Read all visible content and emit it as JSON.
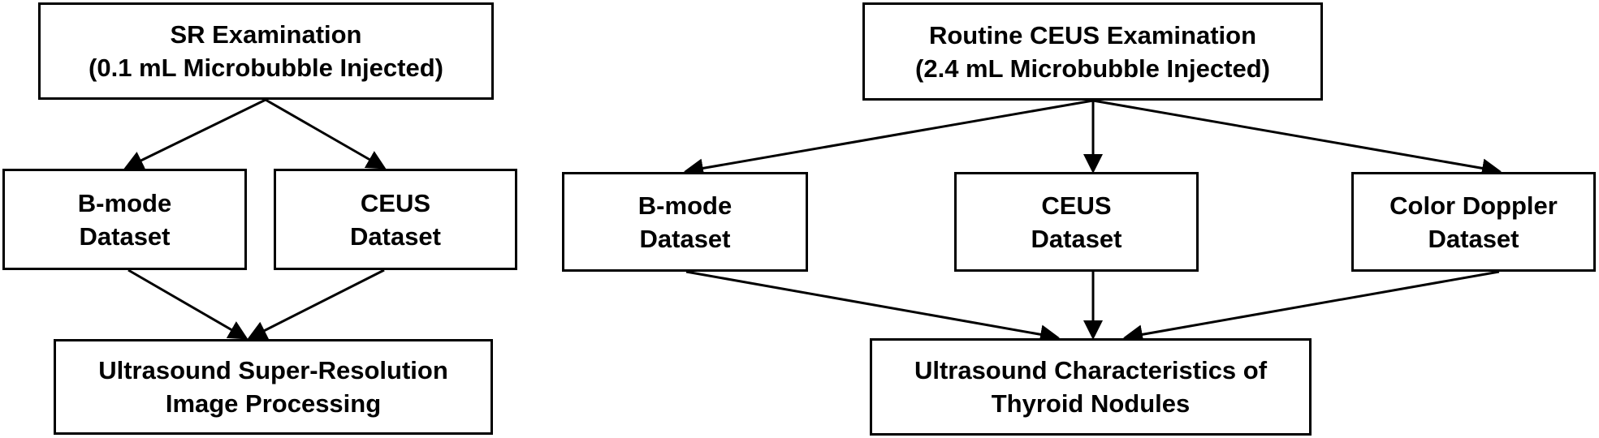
{
  "left_flow": {
    "top_box": {
      "line1": "SR Examination",
      "line2": "(0.1 mL Microbubble Injected)"
    },
    "bmode_box": {
      "line1": "B-mode",
      "line2": "Dataset"
    },
    "ceus_box": {
      "line1": "CEUS",
      "line2": "Dataset"
    },
    "bottom_box": {
      "line1": "Ultrasound Super-Resolution",
      "line2": "Image Processing"
    }
  },
  "right_flow": {
    "top_box": {
      "line1": "Routine CEUS Examination",
      "line2": "(2.4 mL Microbubble Injected)"
    },
    "bmode_box": {
      "line1": "B-mode",
      "line2": "Dataset"
    },
    "ceus_box": {
      "line1": "CEUS",
      "line2": "Dataset"
    },
    "doppler_box": {
      "line1": "Color Doppler",
      "line2": "Dataset"
    },
    "bottom_box": {
      "line1": "Ultrasound Characteristics of",
      "line2": "Thyroid Nodules"
    }
  }
}
